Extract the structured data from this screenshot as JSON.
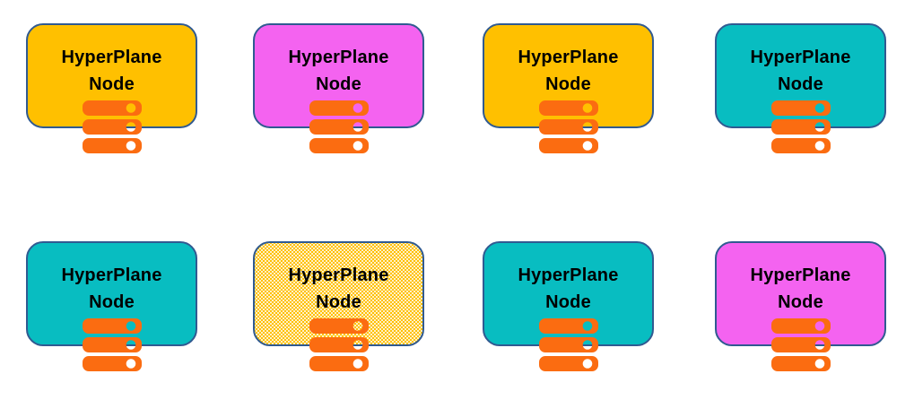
{
  "diagram": {
    "node_label": {
      "line1": "HyperPlane",
      "line2": "Node"
    },
    "nodes": [
      {
        "id": "node-1",
        "row": 1,
        "col": 1,
        "label": "HyperPlane Node",
        "fill": "#FFC000",
        "pattern": "solid"
      },
      {
        "id": "node-2",
        "row": 1,
        "col": 2,
        "label": "HyperPlane Node",
        "fill": "#F463F0",
        "pattern": "solid"
      },
      {
        "id": "node-3",
        "row": 1,
        "col": 3,
        "label": "HyperPlane Node",
        "fill": "#FFC000",
        "pattern": "solid"
      },
      {
        "id": "node-4",
        "row": 1,
        "col": 4,
        "label": "HyperPlane Node",
        "fill": "#08BDC1",
        "pattern": "solid"
      },
      {
        "id": "node-5",
        "row": 2,
        "col": 1,
        "label": "HyperPlane Node",
        "fill": "#08BDC1",
        "pattern": "solid"
      },
      {
        "id": "node-6",
        "row": 2,
        "col": 2,
        "label": "HyperPlane Node",
        "fill": "#FFC000",
        "pattern": "dots"
      },
      {
        "id": "node-7",
        "row": 2,
        "col": 3,
        "label": "HyperPlane Node",
        "fill": "#08BDC1",
        "pattern": "solid"
      },
      {
        "id": "node-8",
        "row": 2,
        "col": 4,
        "label": "HyperPlane Node",
        "fill": "#F463F0",
        "pattern": "solid"
      }
    ],
    "colors": {
      "border": "#305A91",
      "icon_orange": "#FB6C11",
      "text": "#000000",
      "amber": "#FFC000",
      "magenta": "#F463F0",
      "teal": "#08BDC1"
    },
    "icon": "server-stack-icon"
  }
}
